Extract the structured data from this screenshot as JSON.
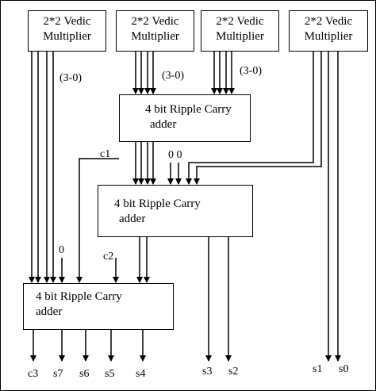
{
  "multipliers": [
    {
      "line1": "2*2 Vedic",
      "line2": "Multiplier"
    },
    {
      "line1": "2*2 Vedic",
      "line2": "Multiplier"
    },
    {
      "line1": "2*2 Vedic",
      "line2": "Multiplier"
    },
    {
      "line1": "2*2 Vedic",
      "line2": "Multiplier"
    }
  ],
  "adders": [
    {
      "line1": "4 bit Ripple Carry",
      "line2": "adder"
    },
    {
      "line1": "4 bit Ripple Carry",
      "line2": "adder"
    },
    {
      "line1": "4 bit Ripple Carry",
      "line2": "adder"
    }
  ],
  "bus_labels": [
    "(3-0)",
    "(3-0)",
    "(3-0)"
  ],
  "signal_labels": {
    "c1": "c1",
    "zero_zero": "0 0",
    "zero": "0",
    "c2": "c2"
  },
  "outputs": [
    "c3",
    "s7",
    "s6",
    "s5",
    "s4",
    "s3",
    "s2",
    "s1",
    "s0"
  ]
}
